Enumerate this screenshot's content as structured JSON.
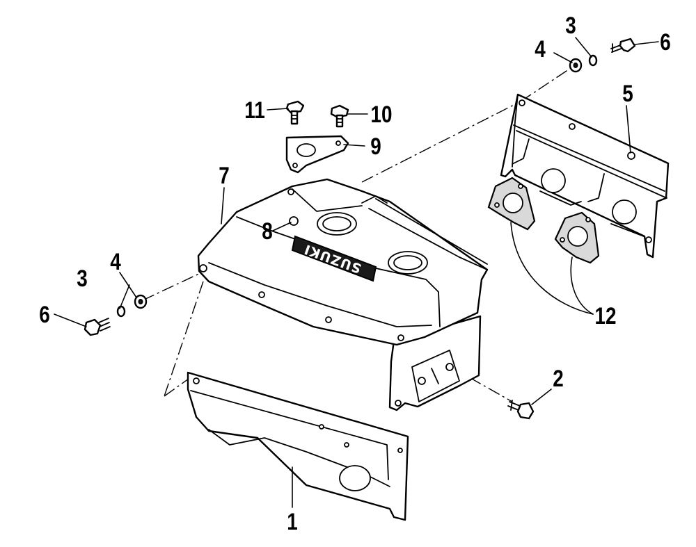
{
  "diagram": {
    "brand_plate_text": "SUZUKI",
    "callouts": [
      {
        "id": "c1",
        "text": "1"
      },
      {
        "id": "c2",
        "text": "2"
      },
      {
        "id": "c3a",
        "text": "3"
      },
      {
        "id": "c3b",
        "text": "3"
      },
      {
        "id": "c4a",
        "text": "4"
      },
      {
        "id": "c4b",
        "text": "4"
      },
      {
        "id": "c5",
        "text": "5"
      },
      {
        "id": "c6a",
        "text": "6"
      },
      {
        "id": "c6b",
        "text": "6"
      },
      {
        "id": "c7",
        "text": "7"
      },
      {
        "id": "c8",
        "text": "8"
      },
      {
        "id": "c9",
        "text": "9"
      },
      {
        "id": "c10",
        "text": "10"
      },
      {
        "id": "c11",
        "text": "11"
      },
      {
        "id": "c12",
        "text": "12"
      }
    ]
  }
}
